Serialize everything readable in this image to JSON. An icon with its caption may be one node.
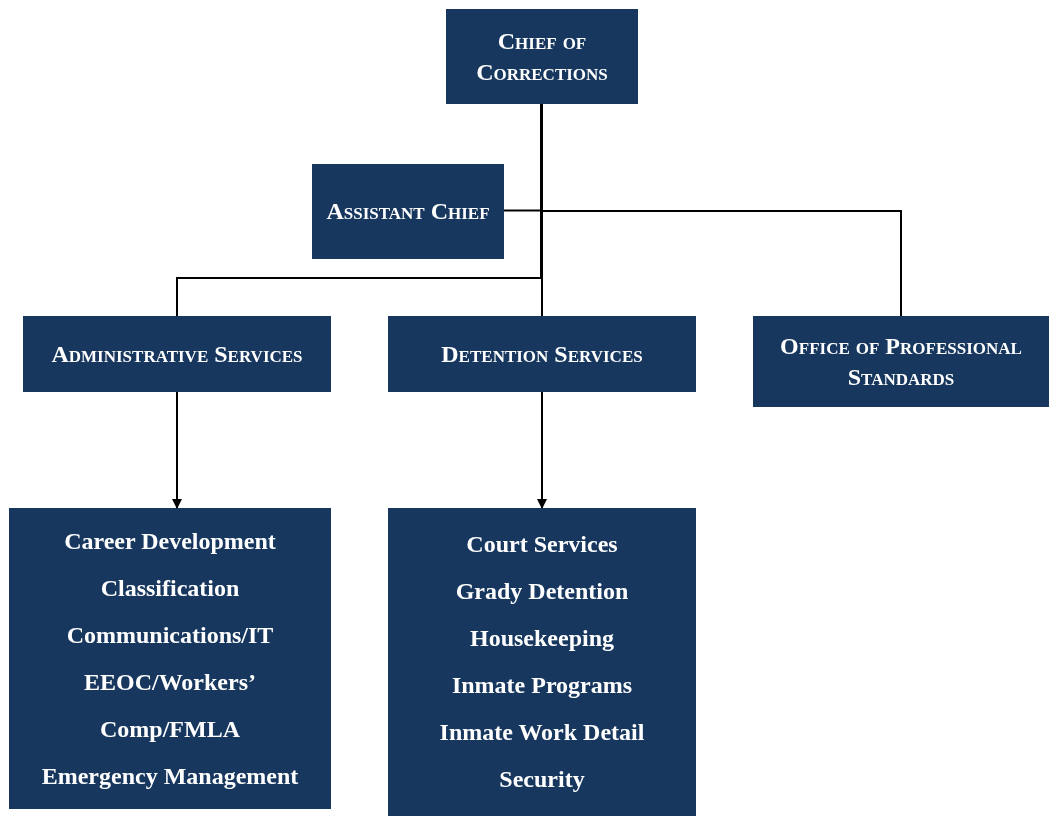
{
  "diagram": {
    "nodes": [
      {
        "text": [
          "Chief of Corrections"
        ]
      },
      {
        "text": [
          "Assistant Chief"
        ]
      },
      {
        "text": [
          "Administrative Services"
        ]
      },
      {
        "text": [
          "Detention Services"
        ]
      },
      {
        "text": [
          "Office of Professional Standards"
        ]
      },
      {
        "text": [
          "Career Development",
          "Classification",
          "Communications/IT",
          "EEOC/Workers’ Comp/FMLA",
          "Emergency Management"
        ]
      },
      {
        "text": [
          "Court Services",
          "Grady Detention",
          "Housekeeping",
          "Inmate Programs",
          "Inmate Work Detail",
          "Security"
        ]
      }
    ],
    "edges": [
      {
        "from": 0,
        "to": 1,
        "arrow": "none"
      },
      {
        "from": 0,
        "to": 4,
        "arrow": "none"
      },
      {
        "from": 0,
        "to": 2,
        "arrow": "none"
      },
      {
        "from": 0,
        "to": 3,
        "arrow": "none"
      },
      {
        "from": 2,
        "to": 5,
        "arrow": "to"
      },
      {
        "from": 3,
        "to": 6,
        "arrow": "to"
      }
    ]
  }
}
